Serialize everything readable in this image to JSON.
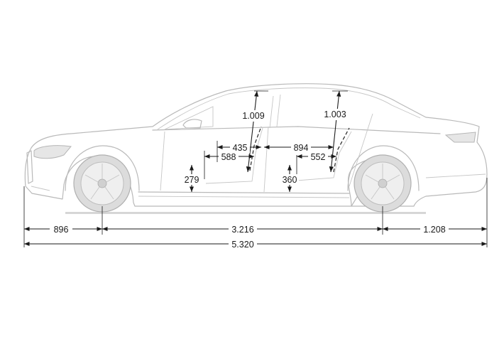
{
  "dimensions": {
    "front_overhang": "896",
    "wheelbase": "3.216",
    "rear_overhang": "1.208",
    "overall_length": "5.320",
    "front_headroom": "1.009",
    "rear_headroom": "1.003",
    "front_seat_depth": "435",
    "front_seat_cushion": "588",
    "rear_legroom": "894",
    "rear_seat_cushion": "552",
    "front_seat_height": "279",
    "rear_seat_height": "360"
  }
}
